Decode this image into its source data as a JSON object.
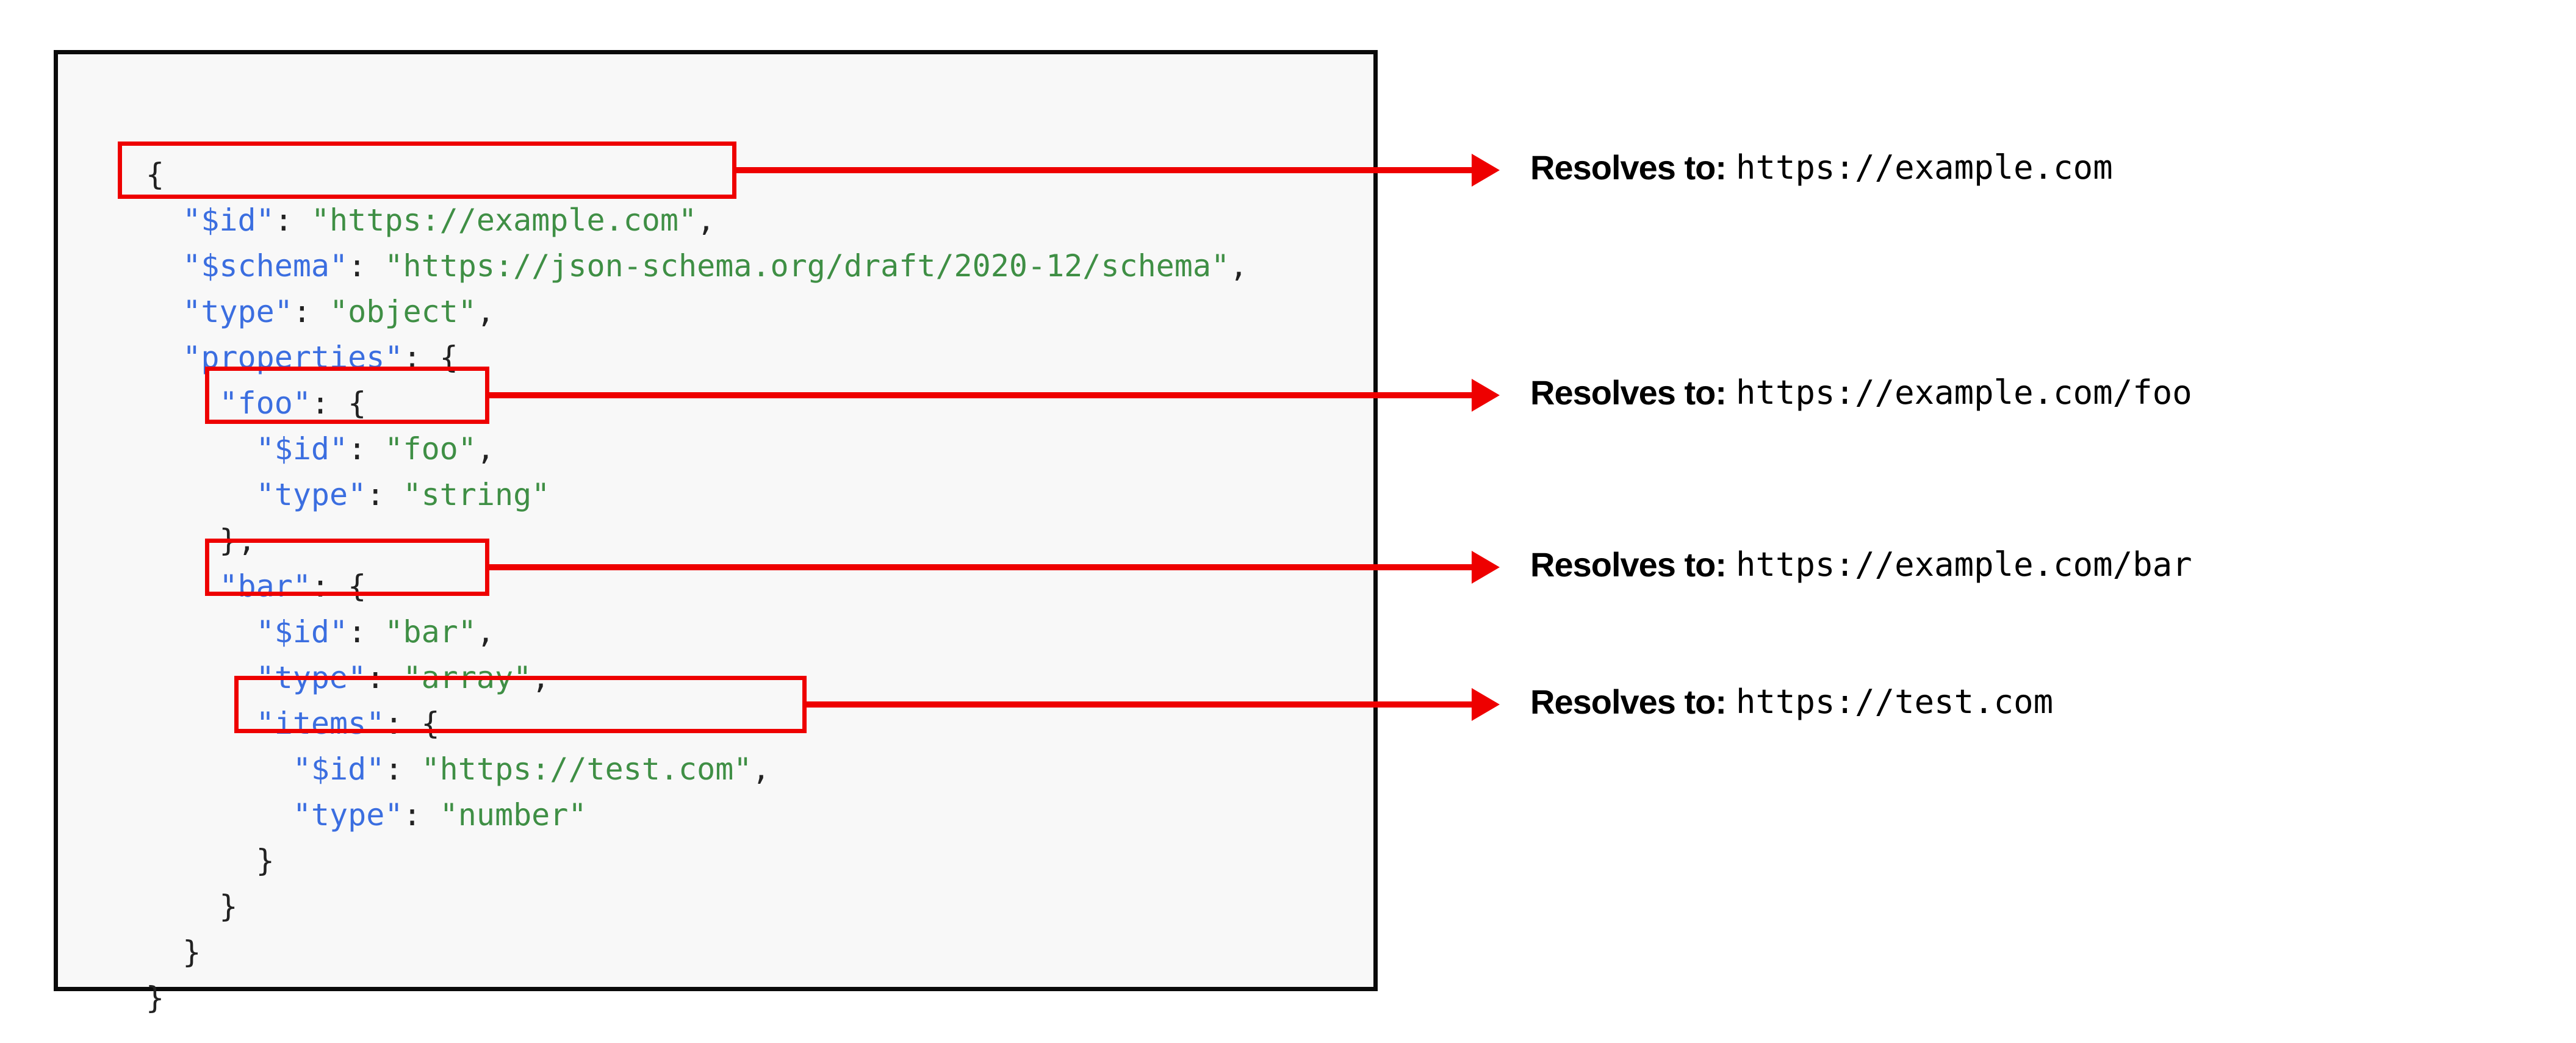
{
  "code_panel": {
    "language": "json",
    "lines": [
      {
        "indent": 0,
        "parts": [
          {
            "t": "{",
            "c": "p"
          }
        ]
      },
      {
        "indent": 1,
        "parts": [
          {
            "t": "\"$id\"",
            "c": "k"
          },
          {
            "t": ": ",
            "c": "p"
          },
          {
            "t": "\"https://example.com\"",
            "c": "s"
          },
          {
            "t": ",",
            "c": "p"
          }
        ]
      },
      {
        "indent": 1,
        "parts": [
          {
            "t": "\"$schema\"",
            "c": "k"
          },
          {
            "t": ": ",
            "c": "p"
          },
          {
            "t": "\"https://json-schema.org/draft/2020-12/schema\"",
            "c": "s"
          },
          {
            "t": ",",
            "c": "p"
          }
        ]
      },
      {
        "indent": 1,
        "parts": [
          {
            "t": "\"type\"",
            "c": "k"
          },
          {
            "t": ": ",
            "c": "p"
          },
          {
            "t": "\"object\"",
            "c": "s"
          },
          {
            "t": ",",
            "c": "p"
          }
        ]
      },
      {
        "indent": 1,
        "parts": [
          {
            "t": "\"properties\"",
            "c": "k"
          },
          {
            "t": ": {",
            "c": "p"
          }
        ]
      },
      {
        "indent": 2,
        "parts": [
          {
            "t": "\"foo\"",
            "c": "k"
          },
          {
            "t": ": {",
            "c": "p"
          }
        ]
      },
      {
        "indent": 3,
        "parts": [
          {
            "t": "\"$id\"",
            "c": "k"
          },
          {
            "t": ": ",
            "c": "p"
          },
          {
            "t": "\"foo\"",
            "c": "s"
          },
          {
            "t": ",",
            "c": "p"
          }
        ]
      },
      {
        "indent": 3,
        "parts": [
          {
            "t": "\"type\"",
            "c": "k"
          },
          {
            "t": ": ",
            "c": "p"
          },
          {
            "t": "\"string\"",
            "c": "s"
          }
        ]
      },
      {
        "indent": 2,
        "parts": [
          {
            "t": "},",
            "c": "p"
          }
        ]
      },
      {
        "indent": 2,
        "parts": [
          {
            "t": "\"bar\"",
            "c": "k"
          },
          {
            "t": ": {",
            "c": "p"
          }
        ]
      },
      {
        "indent": 3,
        "parts": [
          {
            "t": "\"$id\"",
            "c": "k"
          },
          {
            "t": ": ",
            "c": "p"
          },
          {
            "t": "\"bar\"",
            "c": "s"
          },
          {
            "t": ",",
            "c": "p"
          }
        ]
      },
      {
        "indent": 3,
        "parts": [
          {
            "t": "\"type\"",
            "c": "k"
          },
          {
            "t": ": ",
            "c": "p"
          },
          {
            "t": "\"array\"",
            "c": "s"
          },
          {
            "t": ",",
            "c": "p"
          }
        ]
      },
      {
        "indent": 3,
        "parts": [
          {
            "t": "\"items\"",
            "c": "k"
          },
          {
            "t": ": {",
            "c": "p"
          }
        ]
      },
      {
        "indent": 4,
        "parts": [
          {
            "t": "\"$id\"",
            "c": "k"
          },
          {
            "t": ": ",
            "c": "p"
          },
          {
            "t": "\"https://test.com\"",
            "c": "s"
          },
          {
            "t": ",",
            "c": "p"
          }
        ]
      },
      {
        "indent": 4,
        "parts": [
          {
            "t": "\"type\"",
            "c": "k"
          },
          {
            "t": ": ",
            "c": "p"
          },
          {
            "t": "\"number\"",
            "c": "s"
          }
        ]
      },
      {
        "indent": 3,
        "parts": [
          {
            "t": "}",
            "c": "p"
          }
        ]
      },
      {
        "indent": 2,
        "parts": [
          {
            "t": "}",
            "c": "p"
          }
        ]
      },
      {
        "indent": 1,
        "parts": [
          {
            "t": "}",
            "c": "p"
          }
        ]
      },
      {
        "indent": 0,
        "parts": [
          {
            "t": "}",
            "c": "p"
          }
        ]
      }
    ]
  },
  "highlights": [
    {
      "id": "hl-1",
      "target_line": 1,
      "target_text": "\"$id\": \"https://example.com\","
    },
    {
      "id": "hl-2",
      "target_line": 6,
      "target_text": "\"$id\": \"foo\","
    },
    {
      "id": "hl-3",
      "target_line": 10,
      "target_text": "\"$id\": \"bar\","
    },
    {
      "id": "hl-4",
      "target_line": 13,
      "target_text": "\"$id\": \"https://test.com\","
    }
  ],
  "annotations": [
    {
      "label": "Resolves to:",
      "url": "https://example.com"
    },
    {
      "label": "Resolves to:",
      "url": "https://example.com/foo"
    },
    {
      "label": "Resolves to:",
      "url": "https://example.com/bar"
    },
    {
      "label": "Resolves to:",
      "url": "https://test.com"
    }
  ],
  "colors": {
    "key": "#3b6ee0",
    "string": "#3f8f45",
    "punctuation": "#222222",
    "highlight": "#ee0000",
    "arrow": "#ee0000",
    "panel_background": "#f8f8f8",
    "panel_border": "#0a0a0a",
    "page_background": "#ffffff"
  }
}
